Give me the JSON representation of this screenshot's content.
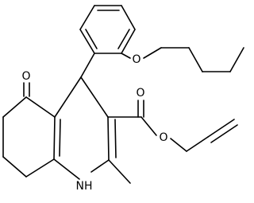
{
  "atoms": {
    "o_ether": "O",
    "o_ketone": "O",
    "o_carbonyl": "O",
    "o_ester": "O",
    "nh": "NH"
  }
}
